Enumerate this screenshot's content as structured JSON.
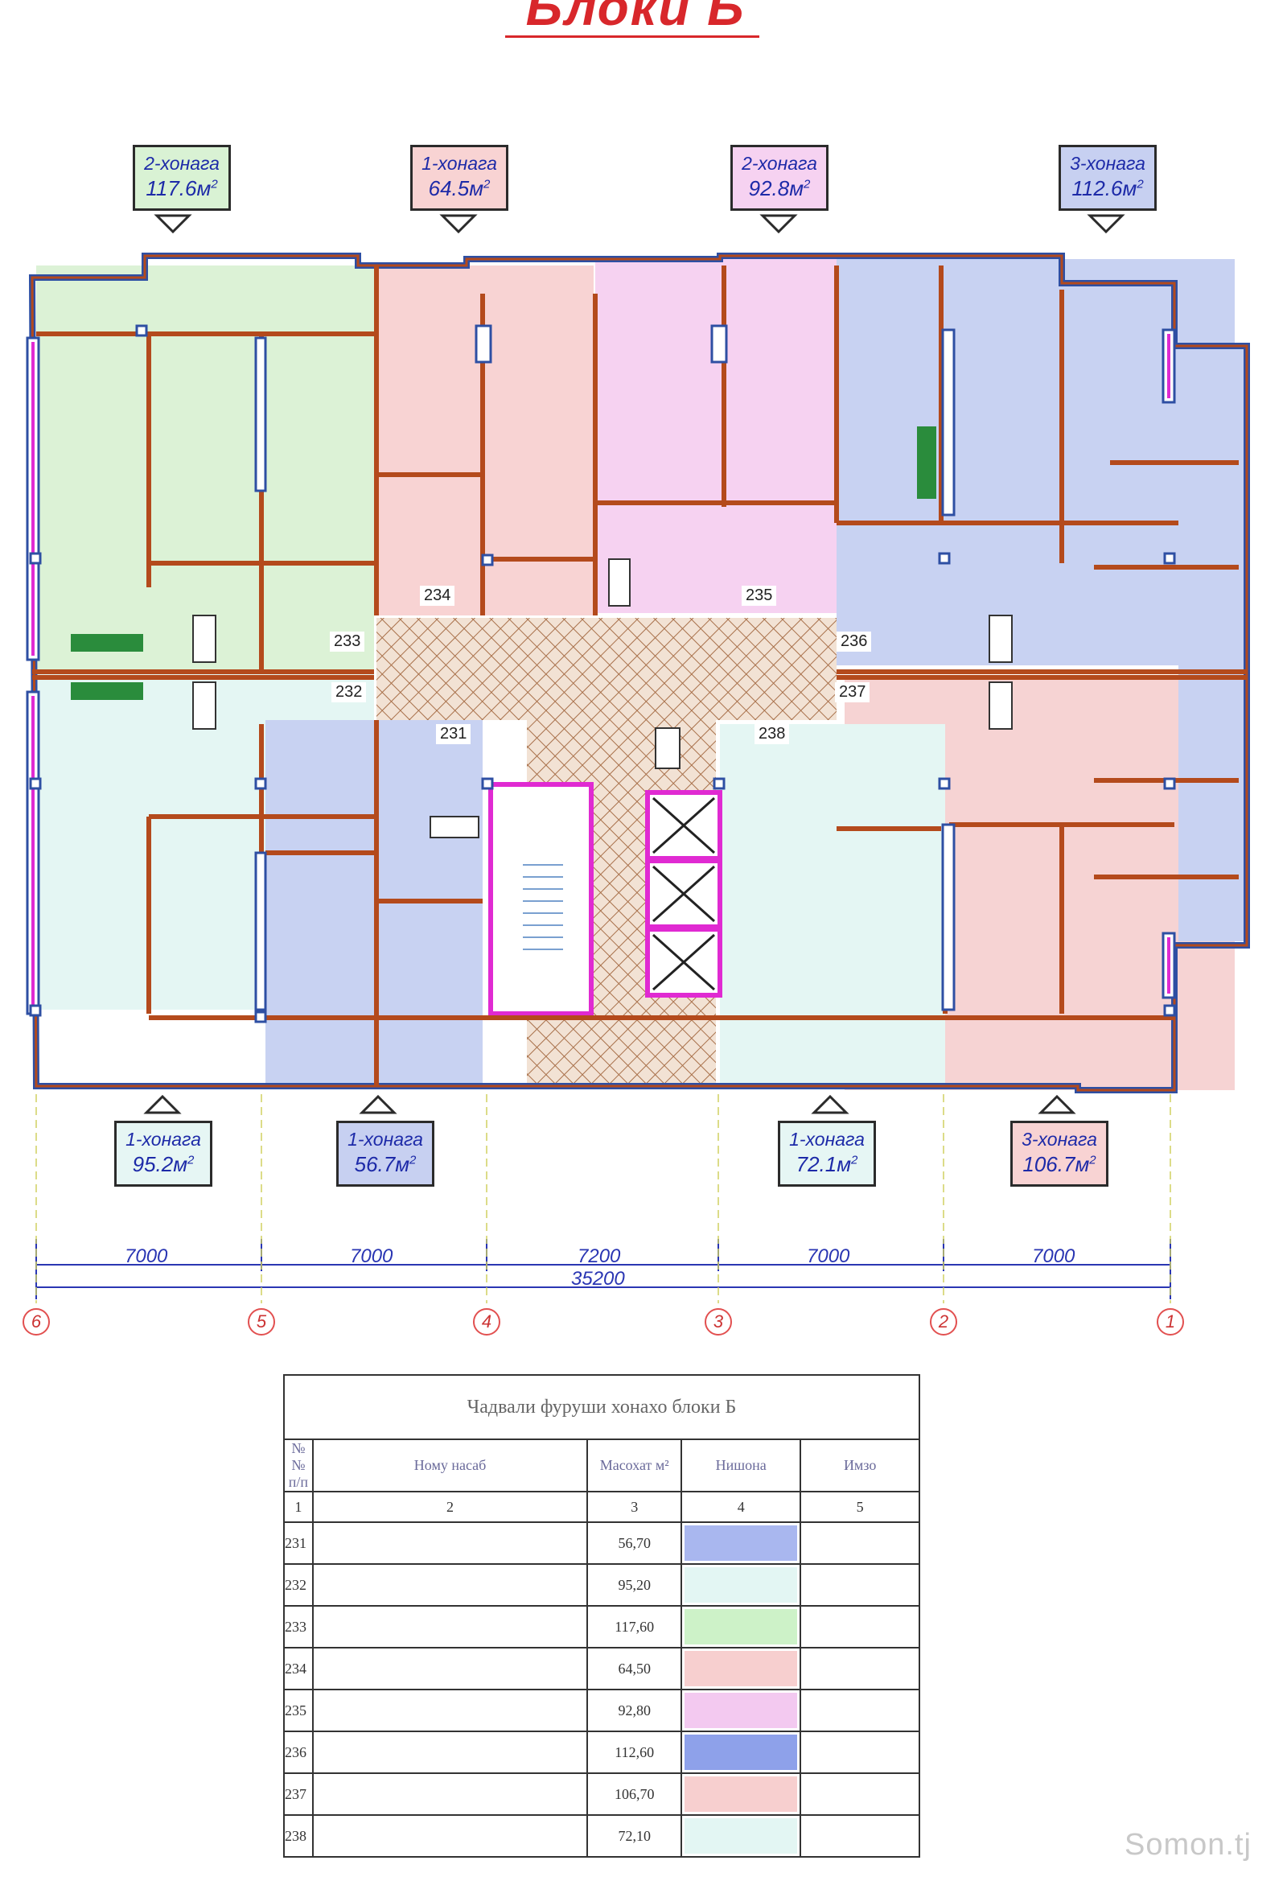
{
  "title": "Блоки Б",
  "tags_top": [
    {
      "line1": "2-хонага",
      "area": "117.6м",
      "fill": "#d9f2d4"
    },
    {
      "line1": "1-хонага",
      "area": "64.5м",
      "fill": "#f8d3d3"
    },
    {
      "line1": "2-хонага",
      "area": "92.8м",
      "fill": "#f6d2f1"
    },
    {
      "line1": "3-хонага",
      "area": "112.6м",
      "fill": "#c7d0f1"
    }
  ],
  "tags_bottom": [
    {
      "line1": "1-хонага",
      "area": "95.2м",
      "fill": "#e6f6f4"
    },
    {
      "line1": "1-хонага",
      "area": "56.7м",
      "fill": "#c7d0f1"
    },
    {
      "line1": "1-хонага",
      "area": "72.1м",
      "fill": "#e6f6f4"
    },
    {
      "line1": "3-хонага",
      "area": "106.7м",
      "fill": "#f8d3d3"
    }
  ],
  "apartment_numbers": [
    "234",
    "235",
    "233",
    "236",
    "232",
    "237",
    "231",
    "238"
  ],
  "dimensions": {
    "segments": [
      "7000",
      "7000",
      "7200",
      "7000",
      "7000"
    ],
    "total": "35200"
  },
  "axes": [
    "6",
    "5",
    "4",
    "3",
    "2",
    "1"
  ],
  "legend": {
    "caption": "Чадвали фуруши хонахо блоки Б",
    "headers": [
      "№№ п/п",
      "Ному насаб",
      "Масохат м²",
      "Нишона",
      "Имзо"
    ],
    "col_numbers": [
      "1",
      "2",
      "3",
      "4",
      "5"
    ],
    "rows": [
      {
        "no": "231",
        "area": "56,70",
        "color": "#a9b7ef"
      },
      {
        "no": "232",
        "area": "95,20",
        "color": "#e3f6f3"
      },
      {
        "no": "233",
        "area": "117,60",
        "color": "#cdf2c8"
      },
      {
        "no": "234",
        "area": "64,50",
        "color": "#f7cfcf"
      },
      {
        "no": "235",
        "area": "92,80",
        "color": "#f3c9f0"
      },
      {
        "no": "236",
        "area": "112,60",
        "color": "#8ea1ea"
      },
      {
        "no": "237",
        "area": "106,70",
        "color": "#f7cfcf"
      },
      {
        "no": "238",
        "area": "72,10",
        "color": "#e3f6f3"
      }
    ]
  },
  "watermark": "Somon.tj"
}
